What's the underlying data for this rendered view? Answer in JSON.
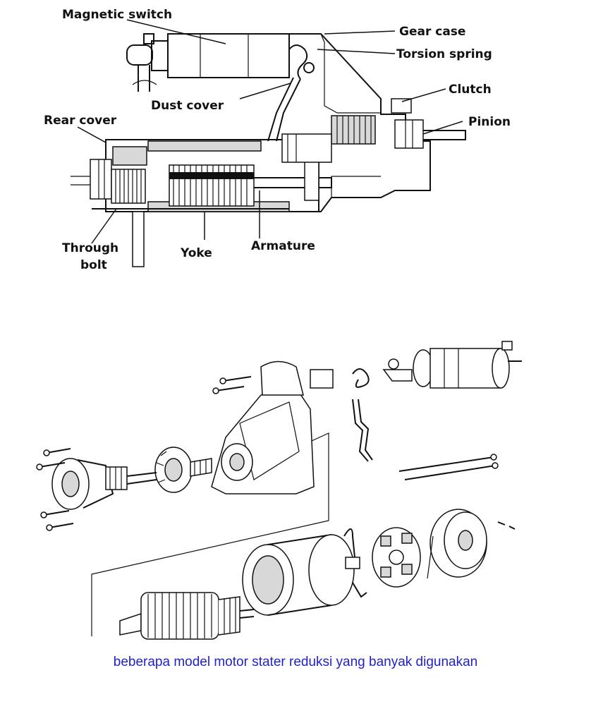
{
  "labels": {
    "magnetic_switch": "Magnetic switch",
    "gear_case": "Gear case",
    "torsion_spring": "Torsion spring",
    "clutch": "Clutch",
    "pinion": "Pinion",
    "dust_cover": "Dust cover",
    "rear_cover": "Rear cover",
    "through_bolt_1": "Through",
    "through_bolt_2": "bolt",
    "yoke": "Yoke",
    "armature": "Armature"
  },
  "caption": "beberapa model motor stater reduksi yang banyak digunakan",
  "colors": {
    "ink": "#111111",
    "caption": "#2222cc",
    "background": "#ffffff"
  }
}
